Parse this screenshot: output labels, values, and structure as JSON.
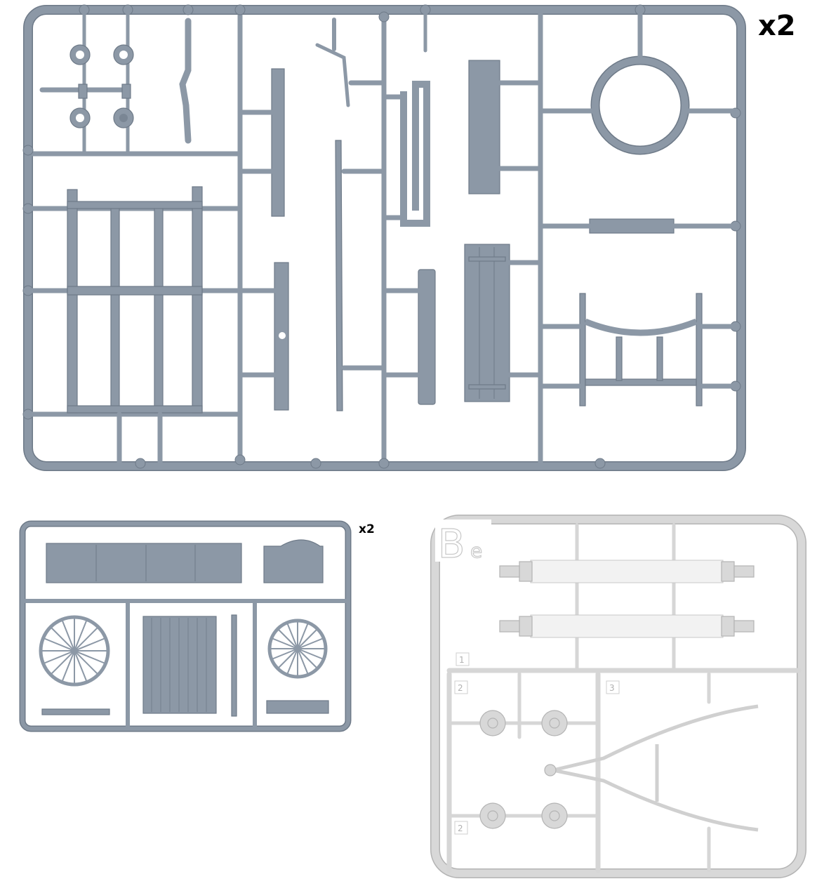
{
  "sprues": [
    {
      "id": "large-grey-sprue",
      "quantity_label": "x2",
      "color": "#8c98a6"
    },
    {
      "id": "small-grey-sprue",
      "quantity_label": "x2",
      "color": "#8c98a6"
    },
    {
      "id": "clear-sprue",
      "letter_main": "B",
      "letter_sub": "e",
      "color": "#d4d4d4",
      "part_numbers": [
        "1",
        "2",
        "3",
        "2"
      ]
    }
  ],
  "colors": {
    "grey_plastic": "#8c98a6",
    "grey_outline": "#6e7a88",
    "light_plastic": "#d4d4d4",
    "light_outline": "#b2b2b2"
  }
}
